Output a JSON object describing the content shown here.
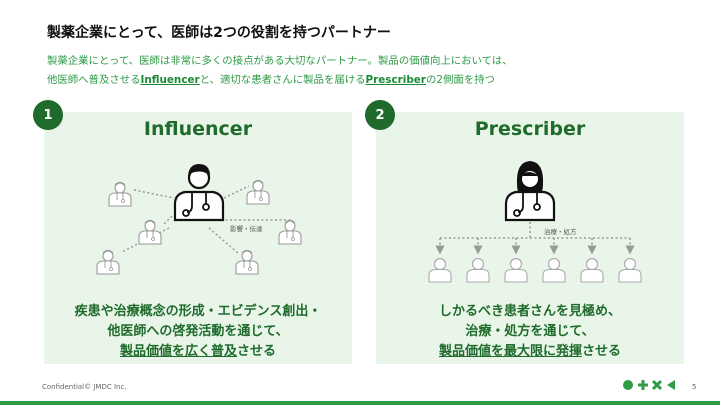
{
  "title": "製薬企業にとって、医師は2つの役割を持つパートナー",
  "lead": {
    "line1": "製薬企業にとって、医師は非常に多くの接点がある大切なパートナー。製品の価値向上においては、",
    "line2_before": "他医師へ普及させる",
    "keyword1": "Influencer",
    "line2_middle": "と、適切な患者さんに製品を届ける",
    "keyword2": "Prescriber",
    "line2_after": "の2側面を持つ"
  },
  "panel1": {
    "badge": "1",
    "title": "Influencer",
    "influence_label": "影響・伝達",
    "desc_line1": "疾患や治療概念の形成・エビデンス創出・",
    "desc_line2": "他医師への啓発活動を通じて、",
    "desc_line3_u": "製品価値を広く普及",
    "desc_line3_rest": "させる"
  },
  "panel2": {
    "badge": "2",
    "title": "Prescriber",
    "treatment_label": "治療・処方",
    "desc_line1": "しかるべき患者さんを見極め、",
    "desc_line2": "治療・処方を通じて、",
    "desc_line3_u": "製品価値を最大限に発揮",
    "desc_line3_rest": "させる"
  },
  "footer": {
    "confidential": "Confidential© JMDC Inc.",
    "page_number": "5"
  },
  "colors": {
    "accent_green": "#2e9b46",
    "dark_green": "#1f6b2c",
    "panel_bg": "#e9f5e8"
  },
  "icons": [
    "doctor-icon",
    "patient-icon",
    "company-logo-icon"
  ]
}
